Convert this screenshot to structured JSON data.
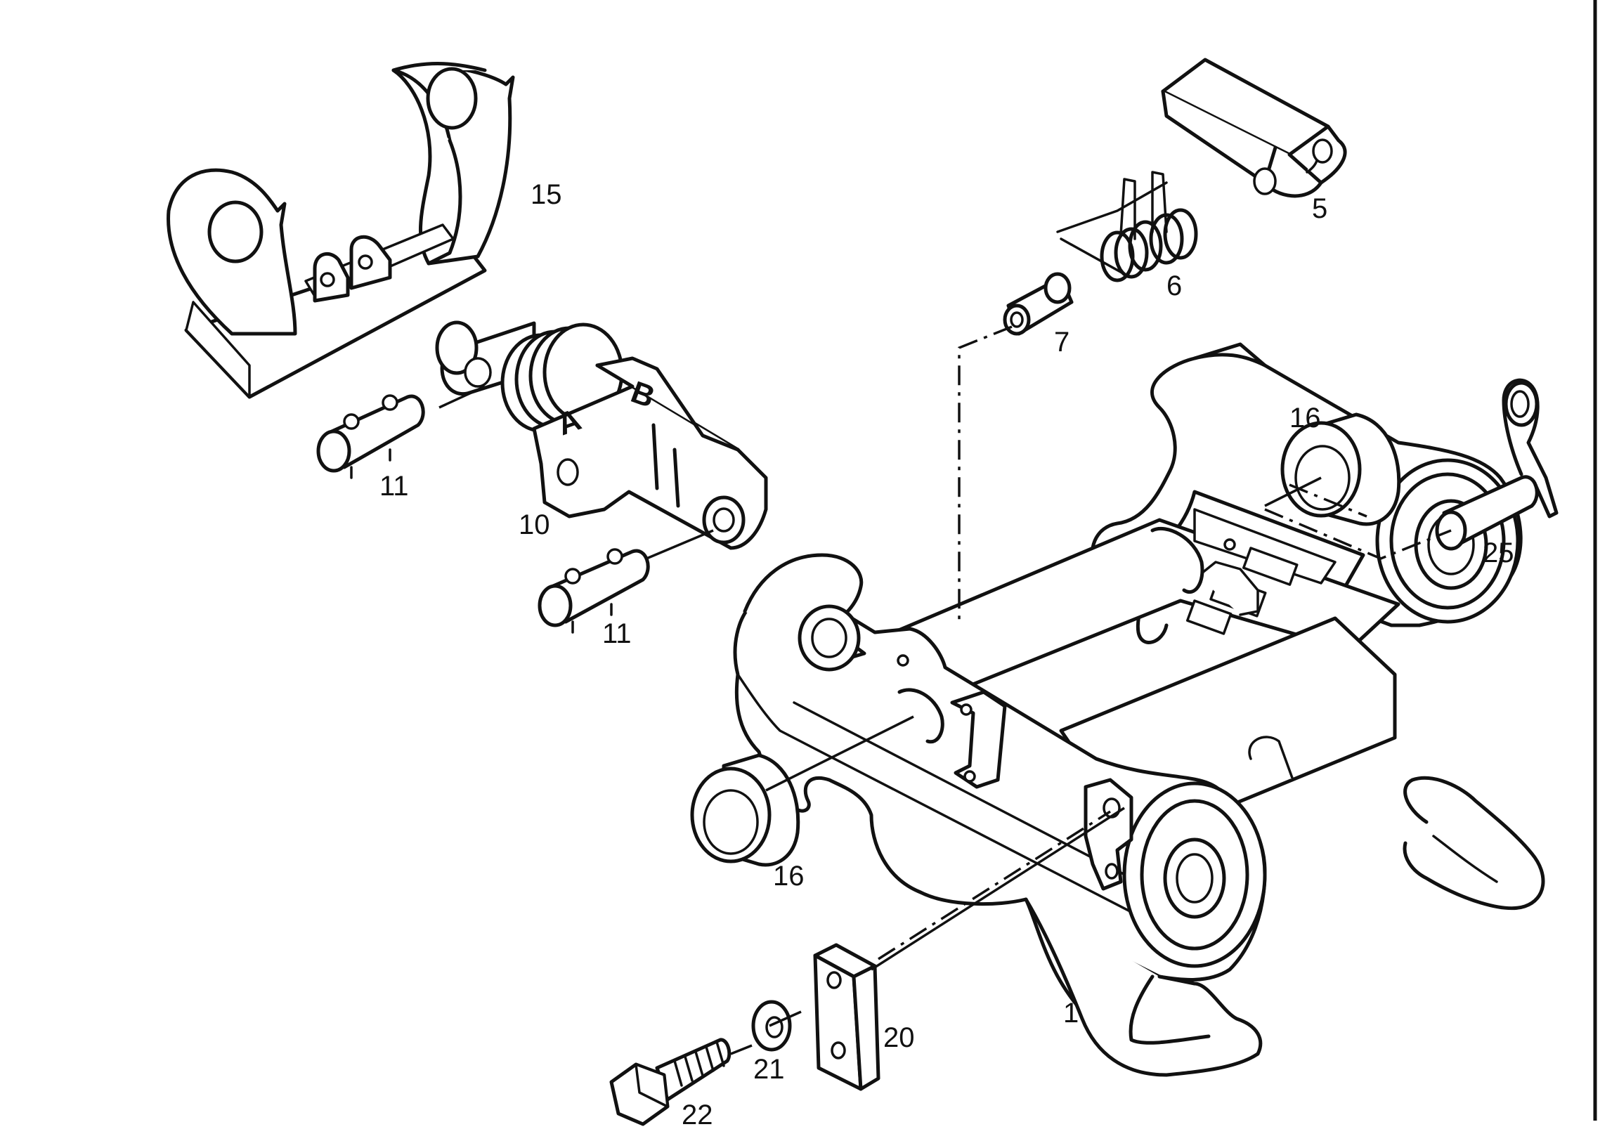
{
  "diagram": {
    "callouts": {
      "c1": "1",
      "c5": "5",
      "c6": "6",
      "c7": "7",
      "c10": "10",
      "c11a": "11",
      "c11b": "11",
      "c15": "15",
      "c16a": "16",
      "c16b": "16",
      "c20": "20",
      "c21": "21",
      "c22": "22",
      "c25": "25"
    },
    "port_labels": {
      "a": "A",
      "b": "B"
    }
  }
}
